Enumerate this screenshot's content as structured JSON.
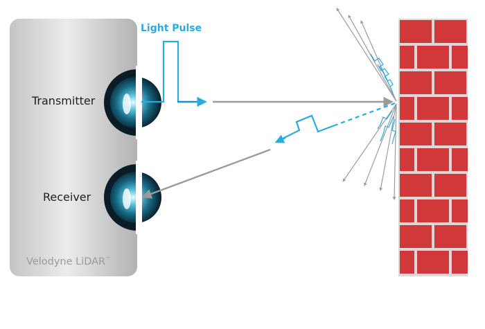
{
  "labels": {
    "transmitter": "Transmitter",
    "receiver": "Receiver",
    "light_pulse": "Light Pulse",
    "brand": "Velodyne LiDAR",
    "trademark": "™"
  },
  "colors": {
    "pulse_blue": "#29ABE2",
    "ray_gray": "#9B9B9B",
    "brick_red": "#D1383A",
    "mortar": "#D9D9D9",
    "device_light": "#E6E6E6",
    "device_dark": "#B5B5B5"
  },
  "icons": {
    "lens": "camera-lens-icon",
    "wall": "brick-wall-icon"
  }
}
